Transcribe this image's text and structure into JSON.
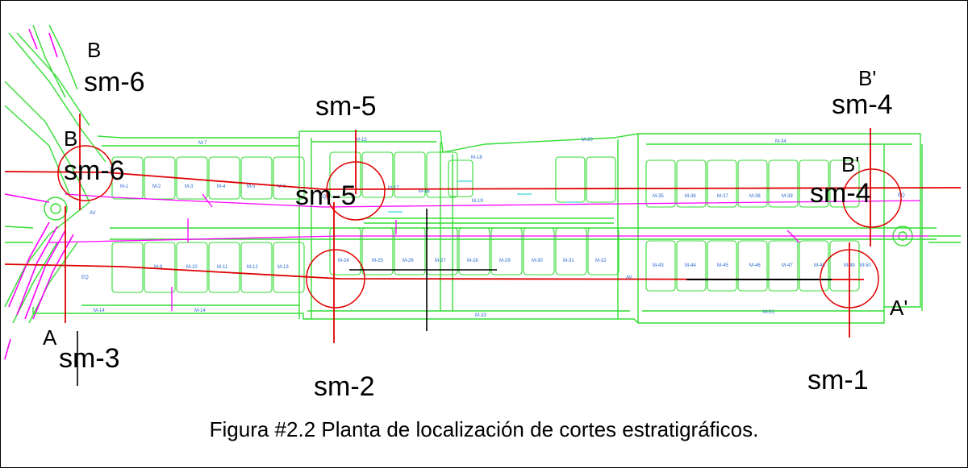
{
  "caption": "Figura #2.2  Planta de localización de cortes estratigráficos.",
  "sections": {
    "a": "A",
    "a_prime": "A'",
    "b": "B",
    "b_prime": "B'"
  },
  "soundings": {
    "sm1": "sm-1",
    "sm2": "sm-2",
    "sm3": "sm-3",
    "sm4": "sm-4",
    "sm5": "sm-5",
    "sm6": "sm-6"
  },
  "lot_labels": {
    "l1": "M-1",
    "l2": "M-2",
    "l3": "M-3",
    "l4": "M-4",
    "l5": "M-5",
    "l6": "M-6",
    "l9": "M-9",
    "l10": "M-10",
    "l11": "M-11",
    "l12": "M-12",
    "l13": "M-13",
    "l24": "M-24",
    "l25": "M-25",
    "l26": "M-26",
    "l27": "M-27",
    "l28": "M-28",
    "l29": "M-29",
    "l30": "M-30",
    "l31": "M-31",
    "l32": "M-32",
    "l35": "M-35",
    "l36": "M-36",
    "l37": "M-37",
    "l38": "M-38",
    "l39": "M-39",
    "l43": "M-43",
    "l44": "M-44",
    "l45": "M-45",
    "l46": "M-46",
    "l47": "M-47",
    "l48": "M-48",
    "l49": "M-49",
    "l7": "M-7",
    "l14a": "M-14",
    "l14b": "M-14",
    "l15": "M-15",
    "l16": "M-16",
    "l17": "M-17",
    "l18": "M-18",
    "l19": "M-19",
    "l20": "M-20",
    "l33": "M-33",
    "l34": "M-34",
    "l50": "M-50",
    "l51": "M-51",
    "eq1": "EQ",
    "eq2": "EQ",
    "eq3": "EQ",
    "av1": "AV",
    "av2": "AV"
  },
  "colors": {
    "green": "#33dd33",
    "red": "#e00000",
    "magenta": "#ff00ff",
    "cyan": "#00cccc",
    "black": "#000000"
  }
}
